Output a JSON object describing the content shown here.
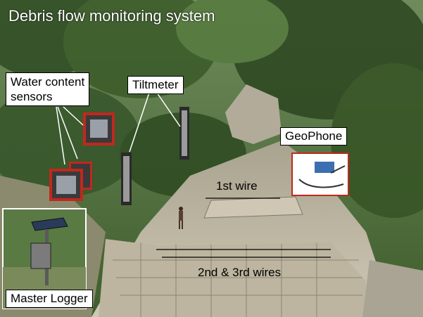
{
  "title": "Debris flow monitoring system",
  "labels": {
    "water_content": "Water content\nsensors",
    "tiltmeter": "Tiltmeter",
    "geophone": "GeoPhone",
    "wire1": "1st wire",
    "wire23": "2nd & 3rd wires",
    "master_logger": "Master Logger"
  },
  "colors": {
    "forest_dark": "#2d4a22",
    "forest_mid": "#4a6b30",
    "rock": "#b9b3a3",
    "sky_haze": "#8aa27a",
    "sensor_red": "#c0281e",
    "label_white": "#ffffff"
  }
}
